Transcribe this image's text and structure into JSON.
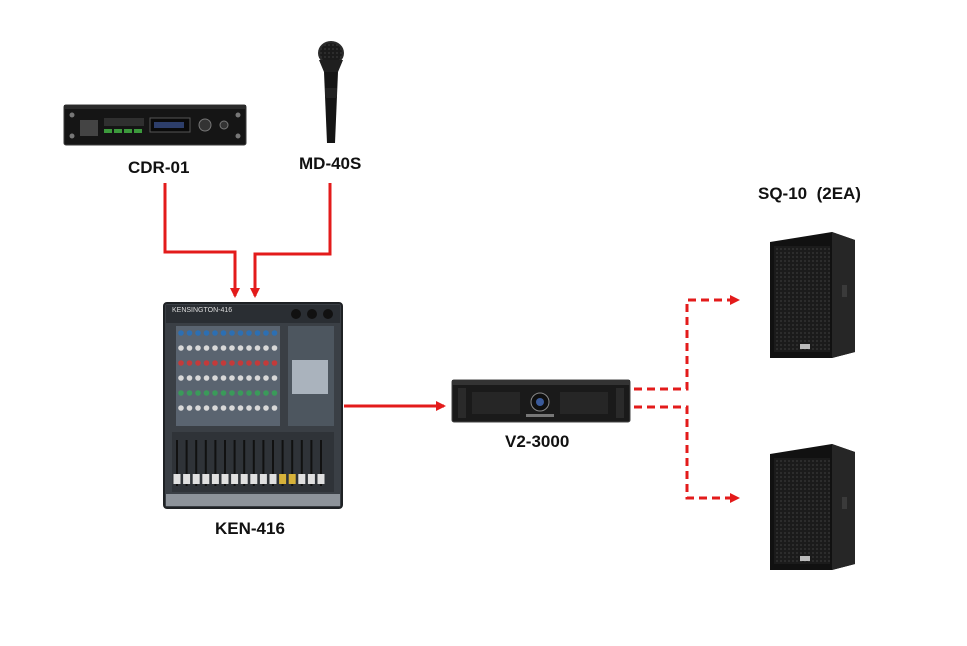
{
  "devices": {
    "cd_recorder": {
      "label": "CDR-01",
      "icon": "cd-recorder-rack-unit"
    },
    "microphone": {
      "label": "MD-40S",
      "icon": "handheld-microphone"
    },
    "mixer": {
      "label": "KEN-416",
      "brand_text": "KENSINGTON-416",
      "icon": "mixing-console"
    },
    "amplifier": {
      "label": "V2-3000",
      "icon": "power-amplifier"
    },
    "speakers": {
      "label": "SQ-10  (2EA)",
      "icon": "loudspeaker-cabinet",
      "count": 2
    }
  },
  "connections": {
    "color": "#e31b1b",
    "solid": [
      "cdr-to-mixer",
      "mic-to-mixer",
      "mixer-to-amplifier"
    ],
    "dashed": [
      "amplifier-to-speaker-top",
      "amplifier-to-speaker-bottom"
    ]
  }
}
